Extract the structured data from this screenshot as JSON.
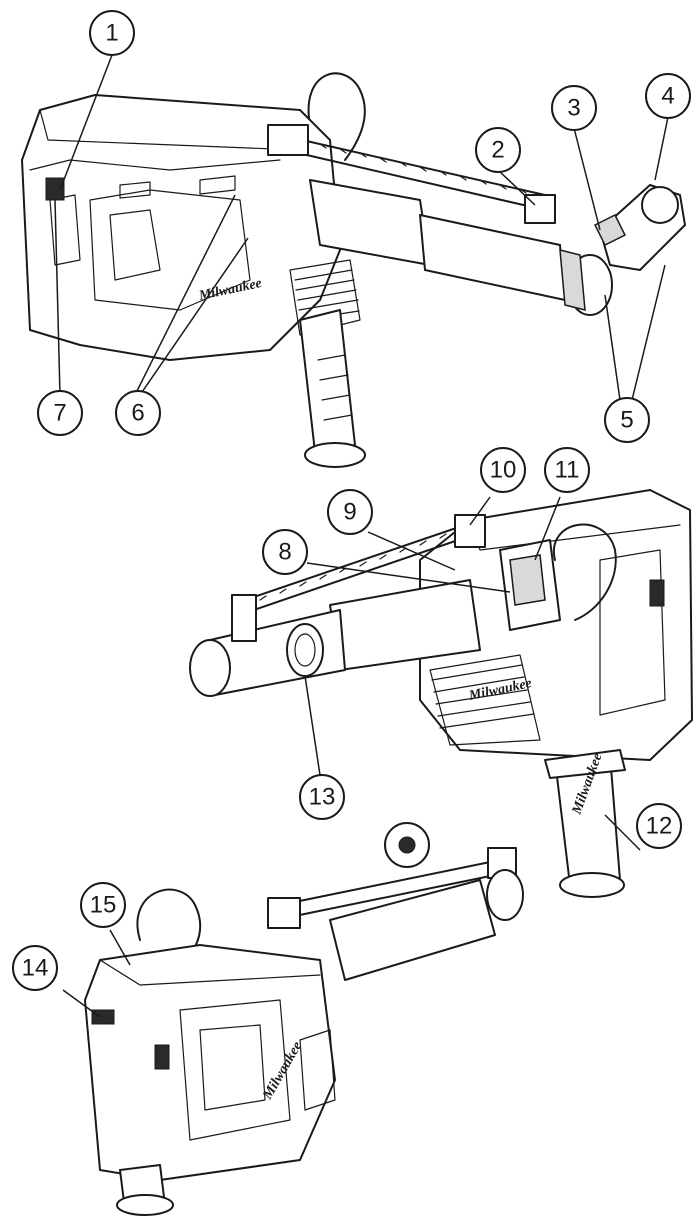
{
  "callouts": [
    {
      "id": "1",
      "label": "1"
    },
    {
      "id": "2",
      "label": "2"
    },
    {
      "id": "3",
      "label": "3"
    },
    {
      "id": "4",
      "label": "4"
    },
    {
      "id": "5",
      "label": "5"
    },
    {
      "id": "6",
      "label": "6"
    },
    {
      "id": "7",
      "label": "7"
    },
    {
      "id": "8",
      "label": "8"
    },
    {
      "id": "9",
      "label": "9"
    },
    {
      "id": "10",
      "label": "10"
    },
    {
      "id": "11",
      "label": "11"
    },
    {
      "id": "12",
      "label": "12"
    },
    {
      "id": "13",
      "label": "13"
    },
    {
      "id": "14",
      "label": "14"
    },
    {
      "id": "15",
      "label": "15"
    }
  ],
  "brand_text": "Milwaukee",
  "colors": {
    "line": "#1a1a1a",
    "background": "#ffffff",
    "shade": "#d9d9d9"
  }
}
